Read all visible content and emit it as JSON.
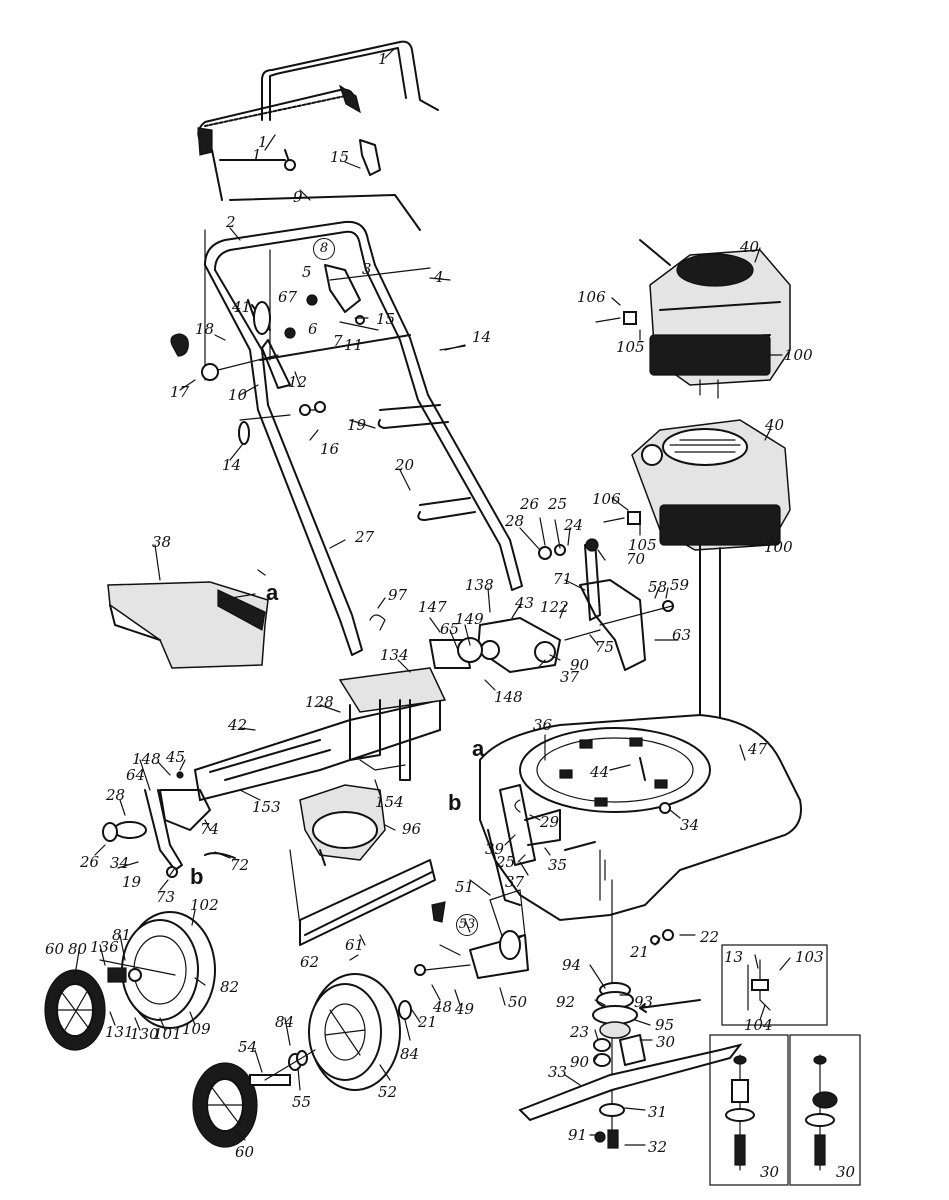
{
  "diagram": {
    "section_labels": [
      "a",
      "b",
      "a",
      "b"
    ],
    "circled_labels": [
      "8",
      "53"
    ],
    "part_numbers": [
      "1",
      "1",
      "1",
      "15",
      "9",
      "2",
      "3",
      "4",
      "5",
      "67",
      "41",
      "6",
      "7",
      "11",
      "15",
      "18",
      "17",
      "10",
      "12",
      "14",
      "19",
      "16",
      "14",
      "20",
      "27",
      "106",
      "105",
      "40",
      "100",
      "40",
      "106",
      "105",
      "100",
      "38",
      "26",
      "25",
      "24",
      "28",
      "70",
      "71",
      "58",
      "59",
      "63",
      "138",
      "43",
      "97",
      "147",
      "65",
      "149",
      "122",
      "75",
      "90",
      "37",
      "134",
      "148",
      "128",
      "42",
      "45",
      "148",
      "64",
      "28",
      "26",
      "34",
      "19",
      "73",
      "153",
      "154",
      "74",
      "72",
      "96",
      "102",
      "36",
      "44",
      "47",
      "34",
      "29",
      "39",
      "25",
      "35",
      "37",
      "51",
      "21",
      "22",
      "13",
      "103",
      "104",
      "94",
      "93",
      "92",
      "95",
      "23",
      "90",
      "30",
      "33",
      "31",
      "91",
      "32",
      "30",
      "30",
      "60",
      "80",
      "136",
      "81",
      "82",
      "131",
      "130",
      "101",
      "109",
      "61",
      "62",
      "48",
      "49",
      "50",
      "21",
      "84",
      "84",
      "54",
      "55",
      "52",
      "60"
    ]
  }
}
